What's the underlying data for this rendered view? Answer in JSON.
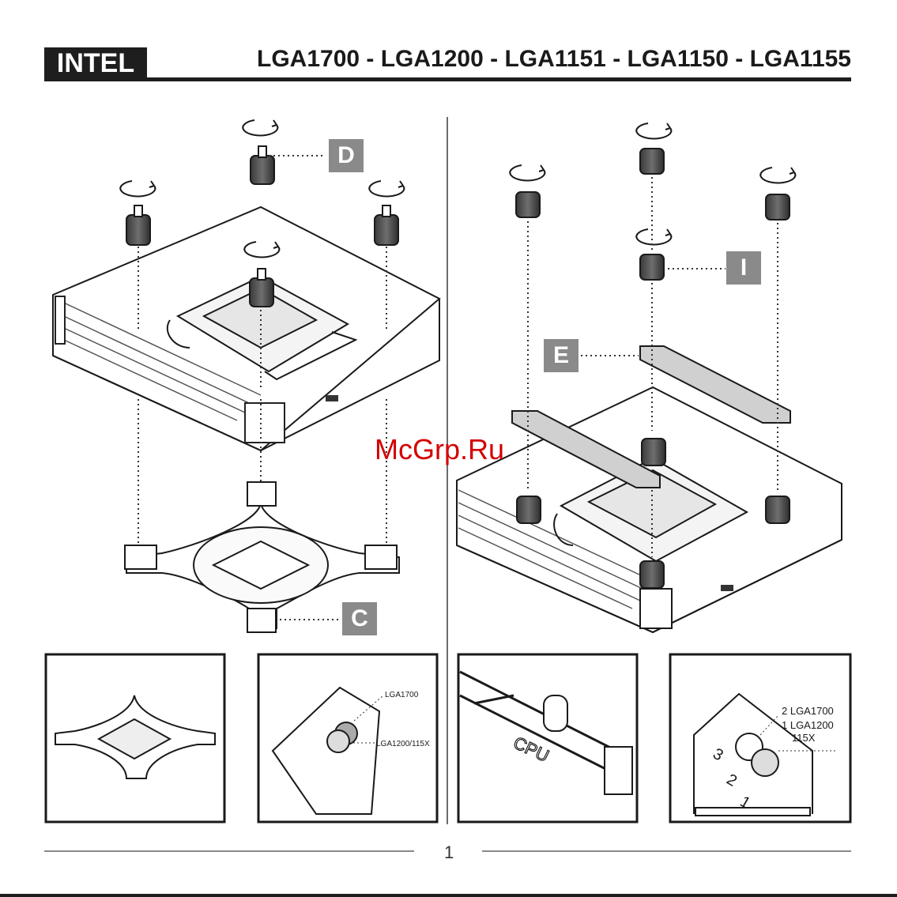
{
  "header": {
    "brand": "INTEL",
    "sockets": "LGA1700 - LGA1200 - LGA1151 - LGA1150 - LGA1155"
  },
  "left_panel": {
    "label_standoff": "D",
    "label_backplate": "C"
  },
  "right_panel": {
    "label_nut": "I",
    "label_bracket": "E"
  },
  "insets": {
    "backplate_slider": {
      "top_label": "LGA1700",
      "bottom_label": "LGA1200/115X"
    },
    "bracket_cpu": {
      "marking": "CPU"
    },
    "bracket_holes": {
      "line1": "2 LGA1700",
      "line2": "1 LGA1200",
      "line3": "115X",
      "numbers": [
        "3",
        "2",
        "1"
      ]
    }
  },
  "watermark": "McGrp.Ru",
  "footer": {
    "page_number": "1"
  }
}
